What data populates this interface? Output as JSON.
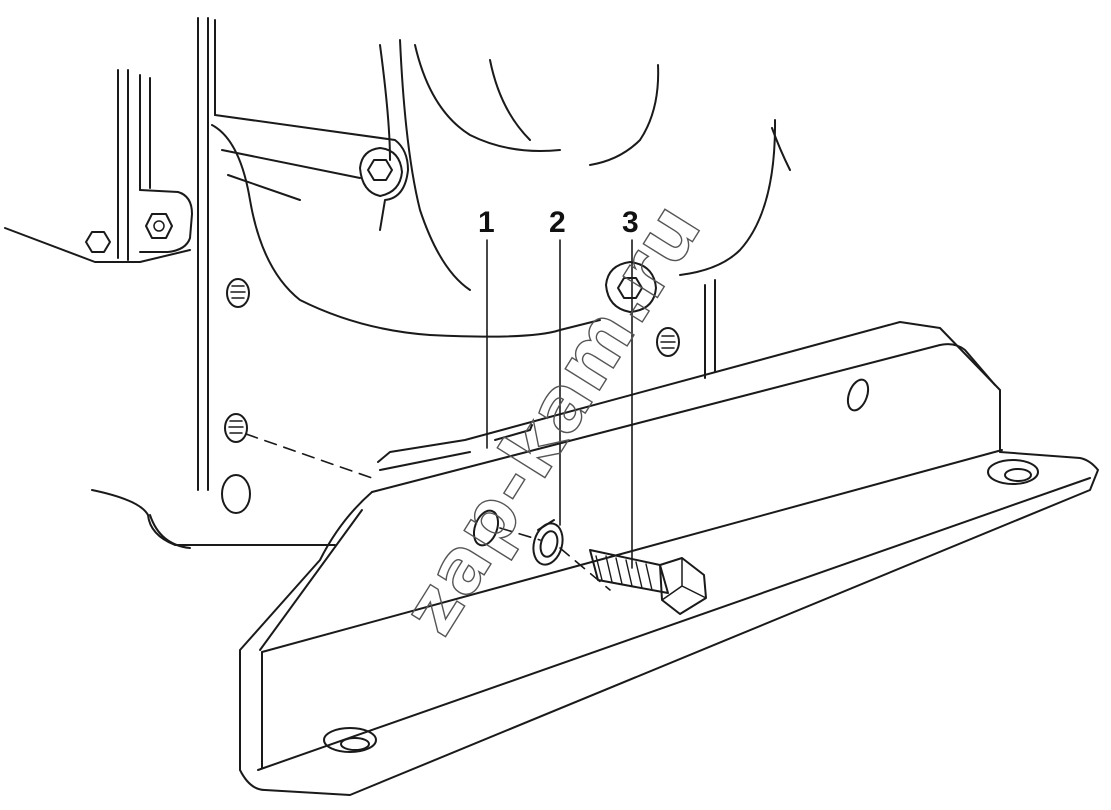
{
  "callouts": {
    "part_1": "1",
    "part_2": "2",
    "part_3": "3"
  },
  "watermark": {
    "text": "zap-kam.ru"
  },
  "colors": {
    "ink": "#1a1a1a",
    "paper": "#ffffff",
    "watermark_stroke": "#555555"
  }
}
